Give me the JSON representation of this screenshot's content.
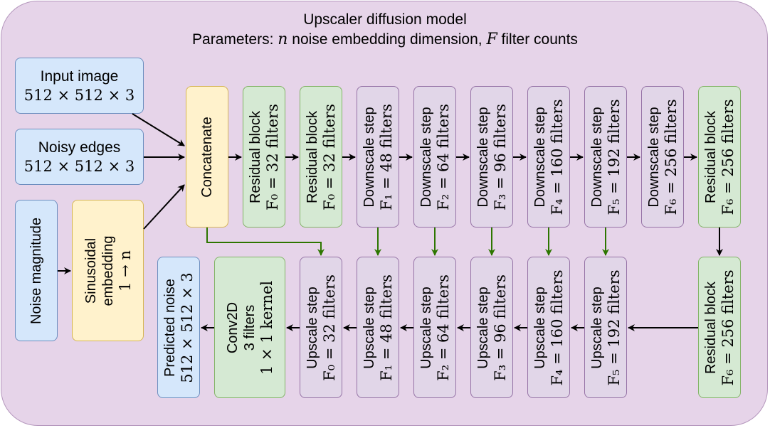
{
  "title": {
    "line1": "Upscaler diffusion model",
    "line2_prefix": "Parameters: ",
    "line2_n": "n",
    "line2_mid": " noise embedding dimension, ",
    "line2_F": "F",
    "line2_suffix": " filter counts"
  },
  "inputs": {
    "input_image": {
      "label": "Input image",
      "dims": "512 × 512 × 3"
    },
    "noisy_edges": {
      "label": "Noisy edges",
      "dims": "512 × 512 × 3"
    },
    "noise_magnitude": {
      "label": "Noise magnitude"
    }
  },
  "sinusoidal": {
    "line1": "Sinusoidal",
    "line2": "embedding",
    "line3": "1 → n"
  },
  "concatenate": {
    "label": "Concatenate"
  },
  "top_row": [
    {
      "title": "Residual block",
      "sub": "F₀ = 32 filters"
    },
    {
      "title": "Residual block",
      "sub": "F₀ = 32 filters"
    },
    {
      "title": "Downscale step",
      "sub": "F₁ = 48 filters"
    },
    {
      "title": "Downscale step",
      "sub": "F₂ = 64 filters"
    },
    {
      "title": "Downscale step",
      "sub": "F₃ = 96 filters"
    },
    {
      "title": "Downscale step",
      "sub": "F₄ = 160 filters"
    },
    {
      "title": "Downscale step",
      "sub": "F₅ = 192 filters"
    },
    {
      "title": "Downscale step",
      "sub": "F₆ = 256 filters"
    },
    {
      "title": "Residual block",
      "sub": "F₆ = 256 filters"
    }
  ],
  "bottom_row": [
    {
      "title": "Upscale step",
      "sub": "F₀ = 32 filters"
    },
    {
      "title": "Upscale step",
      "sub": "F₁ = 48 filters"
    },
    {
      "title": "Upscale step",
      "sub": "F₂ = 64 filters"
    },
    {
      "title": "Upscale step",
      "sub": "F₃ = 96 filters"
    },
    {
      "title": "Upscale step",
      "sub": "F₄ = 160 filters"
    },
    {
      "title": "Upscale step",
      "sub": "F₅ = 192 filters"
    },
    {
      "title": "Residual block",
      "sub": "F₆ = 256 filters"
    }
  ],
  "conv2d": {
    "line1": "Conv2D",
    "line2": "3 filters",
    "line3": "1 × 1 kernel"
  },
  "output": {
    "line1": "Predicted noise",
    "line2": "512 × 512 × 3"
  },
  "colors": {
    "blue_fill": "#d5e7fb",
    "green_fill": "#d5e9d3",
    "purple_fill": "#e1d6e8",
    "yellow_fill": "#fff2cc",
    "skip_arrow": "#2d7600",
    "arrow": "#000000"
  }
}
